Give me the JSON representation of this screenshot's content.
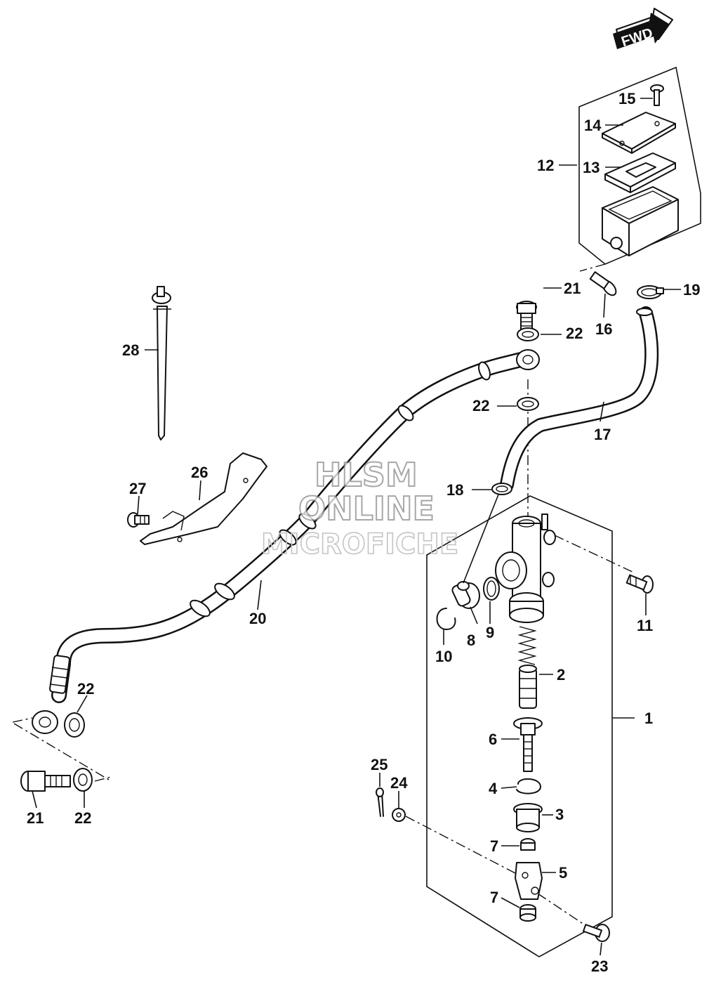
{
  "fwd_badge": "FWD",
  "watermark": {
    "line1": "HLSM",
    "line2": "ONLINE",
    "line3": "MICROFICHE"
  },
  "callouts": {
    "c1": "1",
    "c2": "2",
    "c3": "3",
    "c4": "4",
    "c5": "5",
    "c6": "6",
    "c7a": "7",
    "c7b": "7",
    "c8": "8",
    "c9": "9",
    "c10": "10",
    "c11": "11",
    "c12": "12",
    "c13": "13",
    "c14": "14",
    "c15": "15",
    "c16": "16",
    "c17": "17",
    "c18": "18",
    "c19": "19",
    "c20": "20",
    "c21a": "21",
    "c21b": "21",
    "c22a": "22",
    "c22b": "22",
    "c22c": "22",
    "c22d": "22",
    "c23": "23",
    "c24": "24",
    "c25": "25",
    "c26": "26",
    "c27": "27",
    "c28": "28"
  }
}
